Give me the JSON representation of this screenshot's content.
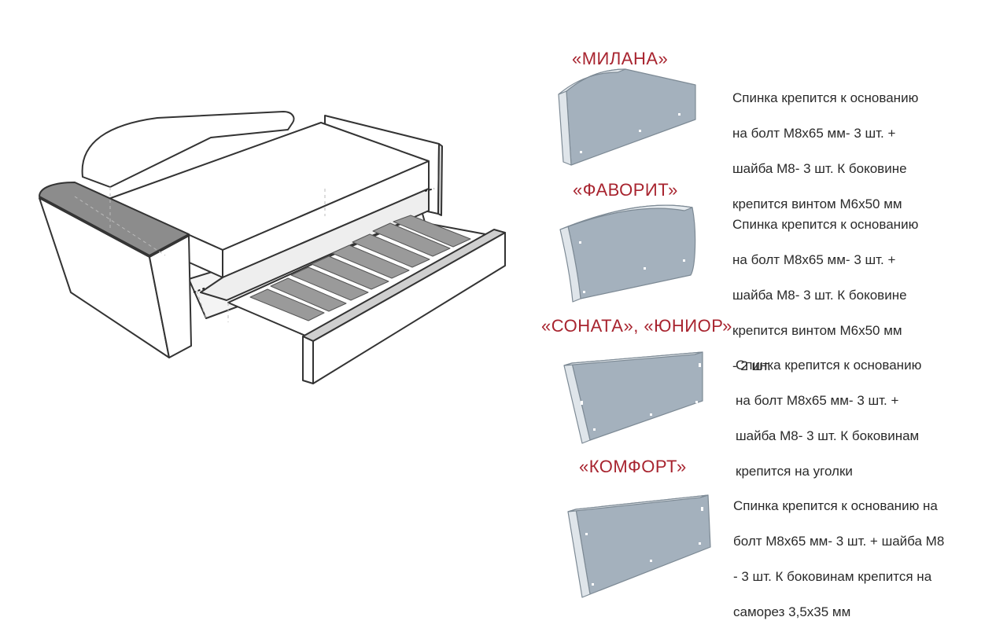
{
  "colors": {
    "title": "#a8242f",
    "panel_fill": "#a4b1bd",
    "panel_edge": "#dfe5ea",
    "sofa_stroke": "#333333"
  },
  "items": [
    {
      "title": "«МИЛАНА»",
      "lines": [
        "Спинка крепится к основанию",
        "на болт М8х65 мм- 3 шт. +",
        "шайба М8- 3 шт. К боковине",
        "крепится винтом М6х50 мм"
      ]
    },
    {
      "title": "«ФАВОРИТ»",
      "lines": [
        "Спинка крепится к основанию",
        "на болт М8х65 мм- 3 шт. +",
        "шайба М8- 3 шт. К боковине",
        "крепится винтом М6х50 мм",
        "- 2 шт."
      ]
    },
    {
      "title": "«СОНАТА», «ЮНИОР»",
      "lines": [
        "Спинка крепится к основанию",
        "на болт М8х65 мм- 3 шт. +",
        "шайба М8- 3 шт. К боковинам",
        "крепится на уголки"
      ]
    },
    {
      "title": "«КОМФОРТ»",
      "lines": [
        "Спинка крепится к основанию на",
        "болт М8х65 мм- 3 шт. + шайба М8",
        "- 3 шт. К боковинам крепится на",
        "саморез 3,5х35 мм"
      ]
    }
  ]
}
